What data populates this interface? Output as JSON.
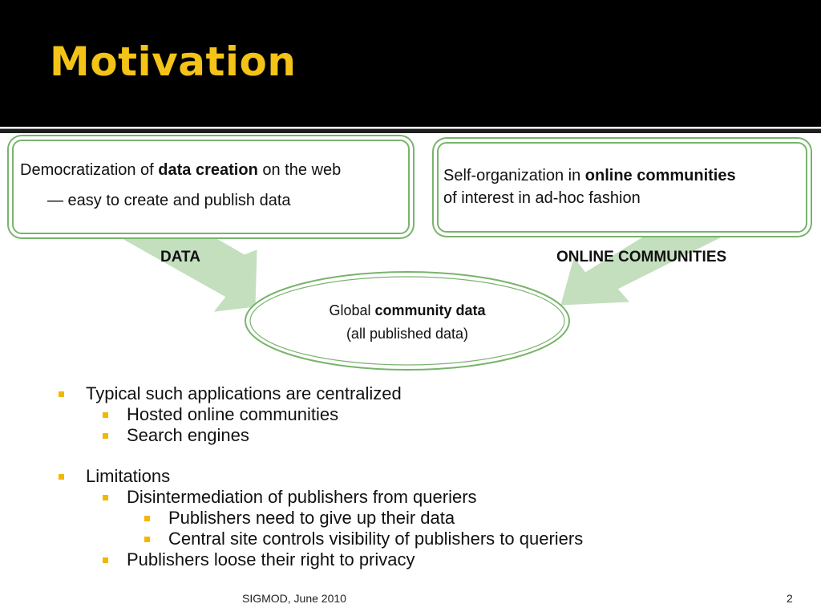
{
  "slide": {
    "title": "Motivation",
    "colors": {
      "header_bg": "#000000",
      "title": "#f3c317",
      "box_border": "#78b46c",
      "arrow_fill": "#c3dfbe",
      "bullet": "#f3b700"
    }
  },
  "diagram": {
    "left_box": {
      "line1_pre": "Democratization of ",
      "line1_bold": "data creation",
      "line1_post": " on the web",
      "line2_dash": "—",
      "line2_text": " easy to create and publish data"
    },
    "right_box": {
      "line1_pre": "Self-organization in ",
      "line1_bold": "online communities",
      "line2_text": "of interest in ad-hoc fashion"
    },
    "label_left": "DATA",
    "label_right": "ONLINE COMMUNITIES",
    "center": {
      "line1_pre": "Global ",
      "line1_bold": "community data",
      "line2_text": "(all published data)"
    }
  },
  "bullets": [
    {
      "level": 1,
      "text": "Typical such applications are centralized"
    },
    {
      "level": 2,
      "text": "Hosted online communities"
    },
    {
      "level": 2,
      "text": "Search engines"
    },
    {
      "level": 1,
      "text": "Limitations"
    },
    {
      "level": 2,
      "text": "Disintermediation of publishers from queriers"
    },
    {
      "level": 3,
      "text": "Publishers need to give up their data"
    },
    {
      "level": 3,
      "text": "Central site controls visibility of publishers to queriers"
    },
    {
      "level": 2,
      "text": "Publishers loose their right to privacy"
    }
  ],
  "footer": {
    "venue": "SIGMOD, June 2010",
    "page": "2"
  }
}
